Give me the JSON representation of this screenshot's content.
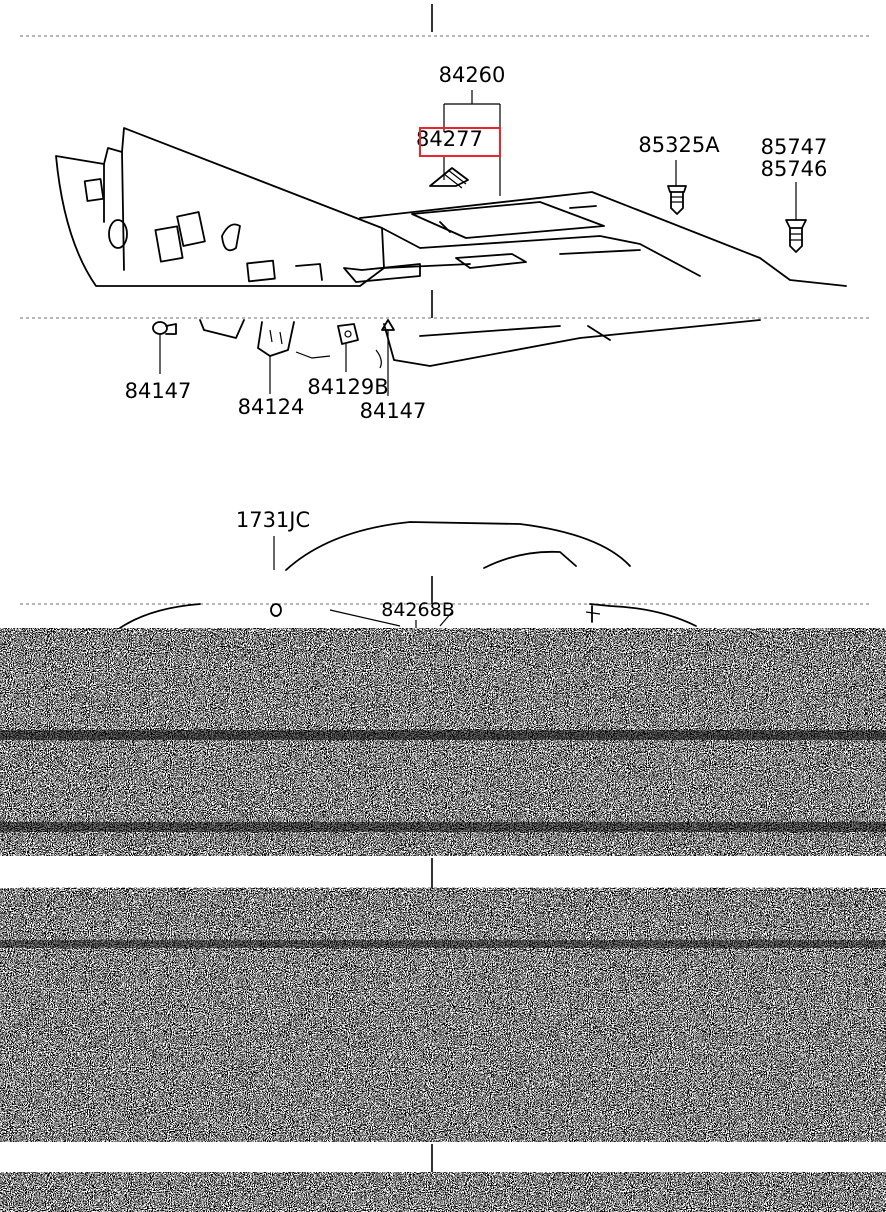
{
  "labels": {
    "p84260": "84260",
    "p84277": "84277",
    "p85325a": "85325A",
    "p85747": "85747",
    "p85746": "85746",
    "p84147_left": "84147",
    "p84124": "84124",
    "p84129b": "84129B",
    "p84147_right": "84147",
    "p1731jc": "1731JC",
    "p84268b": "84268B"
  },
  "highlight": {
    "target": "84277",
    "color": "#e8262b"
  },
  "colors": {
    "ink": "#000000",
    "paper": "#ffffff",
    "noise_dark": "#000000",
    "noise_light": "#ffffff"
  }
}
